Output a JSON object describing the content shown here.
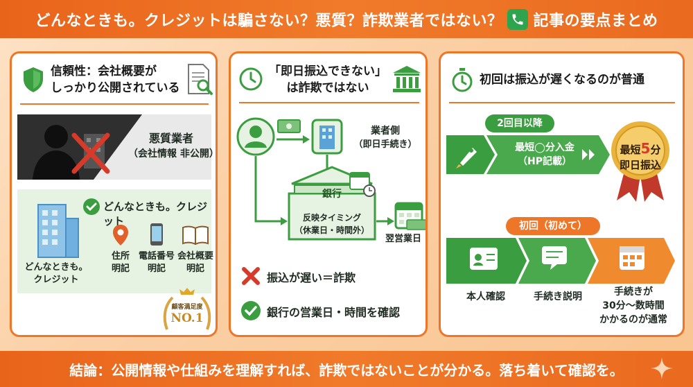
{
  "header": {
    "title": "どんなときも。クレジットは騙さない？悪質？詐欺業者ではない？",
    "title_suffix": "記事の要点まとめ"
  },
  "panel1": {
    "title_line1": "信頼性：会社概要が",
    "title_line2": "しっかり公開されている",
    "bad": {
      "line1": "悪質業者",
      "line2": "（会社情報 非公開）"
    },
    "good": {
      "name": "どんなときも。クレジット",
      "building_line1": "どんなときも。",
      "building_line2": "クレジット",
      "items": [
        {
          "line1": "住所",
          "line2": "明記"
        },
        {
          "line1": "電話番号",
          "line2": "明記"
        },
        {
          "line1": "会社概要",
          "line2": "明記"
        }
      ]
    },
    "badge": {
      "top": "顧客満足度",
      "main": "NO.1"
    }
  },
  "panel2": {
    "title_line1": "「即日振込できない」",
    "title_line2": "は詐欺ではない",
    "merchant": {
      "line1": "業者側",
      "line2": "（即日手続き）"
    },
    "bank": {
      "name": "銀行",
      "line1": "反映タイミング",
      "line2": "（休業日・時間外）"
    },
    "next_day": "翌営業日",
    "wrong": "振込が遅い＝詐欺",
    "right": "銀行の営業日・時間を確認"
  },
  "panel3": {
    "title": "初回は振込が遅くなるのが普通",
    "second_label": "2回目以降",
    "second_step": {
      "line1": "最短◯分入金",
      "line2": "（HP記載）"
    },
    "seal": {
      "prefix": "最短",
      "num": "5",
      "suffix": "分",
      "line2": "即日振込"
    },
    "first_label": "初回（初めて）",
    "steps": [
      {
        "label": "本人確認"
      },
      {
        "label": "手続き説明"
      },
      {
        "line1": "手続きが",
        "line2": "30分〜数時間",
        "line3": "かかるのが通常"
      }
    ]
  },
  "footer": {
    "text": "結論：公開情報や仕組みを理解すれば、詐欺ではないことが分かる。落ち着いて確認を。"
  },
  "colors": {
    "orange": "#ee7628",
    "green": "#3a9d3f",
    "red": "#d63a2a",
    "gold": "#e0a72b"
  },
  "icons": [
    "shield-icon",
    "document-search-icon",
    "clock-icon",
    "bank-icon",
    "stopwatch-icon",
    "phone-icon"
  ]
}
